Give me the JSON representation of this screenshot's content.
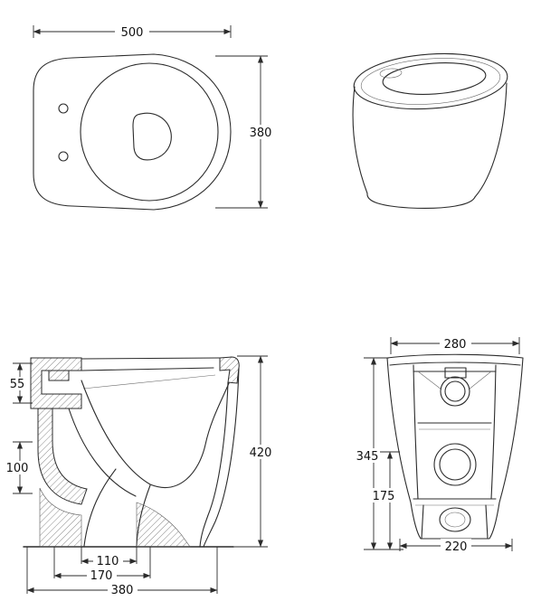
{
  "page": {
    "background": "#ffffff",
    "line_color": "#2b2b2b"
  },
  "views": {
    "plan": {
      "title": "top-view",
      "dims": {
        "width": "500",
        "depth": "380"
      }
    },
    "perspective": {
      "title": "perspective-view"
    },
    "section": {
      "title": "side-section-view",
      "dims": {
        "rim": "55",
        "trap": "100",
        "height": "420",
        "outlet_width": "110",
        "outlet_offset": "170",
        "depth": "380"
      }
    },
    "front": {
      "title": "front-view",
      "dims": {
        "top_width": "280",
        "height": "345",
        "drain_height": "175",
        "base_width": "220"
      }
    }
  }
}
